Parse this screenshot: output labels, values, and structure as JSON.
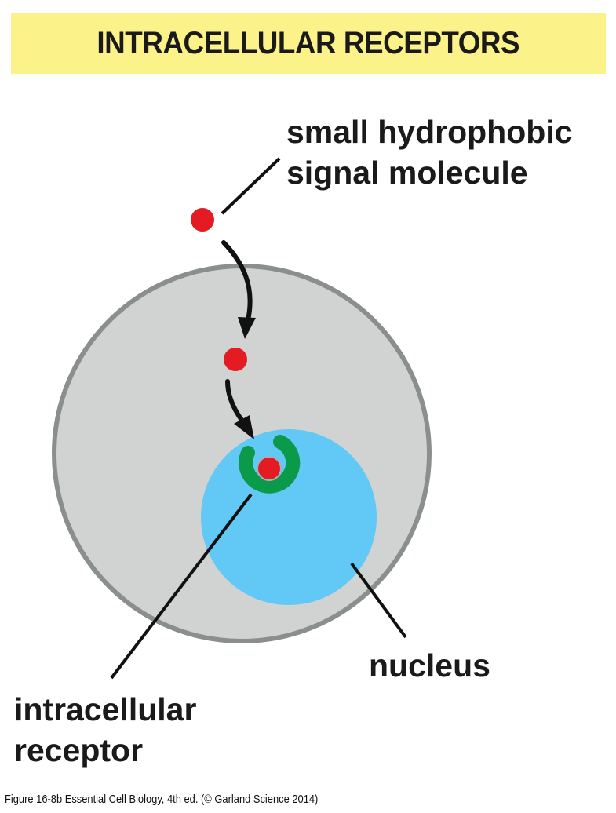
{
  "title": "INTRACELLULAR RECEPTORS",
  "labels": {
    "signal_molecule": [
      "small hydrophobic",
      "signal molecule"
    ],
    "nucleus": "nucleus",
    "receptor": [
      "intracellular",
      "receptor"
    ]
  },
  "caption": "Figure 16-8b  Essential Cell Biology, 4th ed. (© Garland Science 2014)",
  "colors": {
    "banner": "#fbf28a",
    "cell_fill": "#d0d3d1",
    "cell_border": "#8a8e8d",
    "nucleus": "#62c8f5",
    "receptor": "#0a9a4a",
    "signal_molecule": "#e41b23",
    "arrow": "#111111"
  }
}
